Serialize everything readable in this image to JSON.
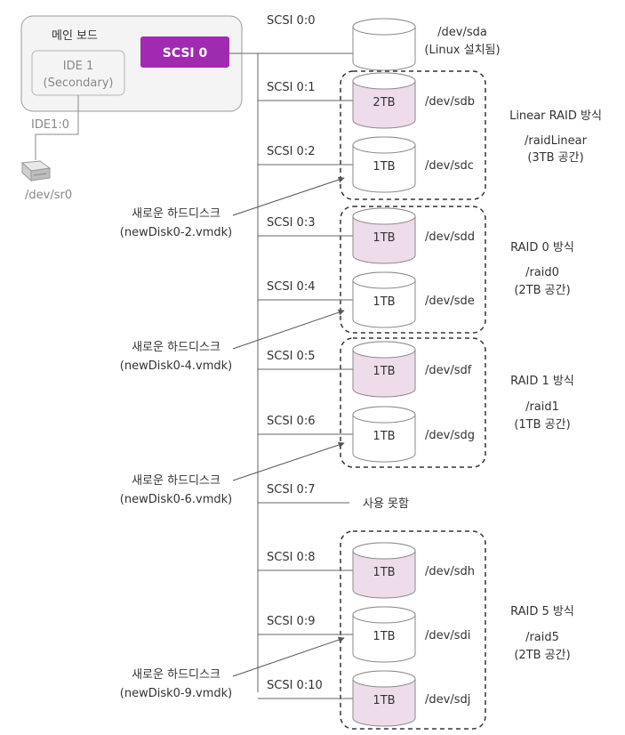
{
  "board": {
    "title": "메인 보드",
    "ide_controller": "IDE 1",
    "ide_secondary": "(Secondary)",
    "scsi_controller": "SCSI 0",
    "ide_port": "IDE1:0",
    "cdrom_device": "/dev/sr0"
  },
  "slots": [
    {
      "port": "SCSI 0:0",
      "device": "/dev/sda",
      "size": "",
      "note": "(Linux 설치됨)"
    },
    {
      "port": "SCSI 0:1",
      "device": "/dev/sdb",
      "size": "2TB",
      "note": ""
    },
    {
      "port": "SCSI 0:2",
      "device": "/dev/sdc",
      "size": "1TB",
      "note": ""
    },
    {
      "port": "SCSI 0:3",
      "device": "/dev/sdd",
      "size": "1TB",
      "note": ""
    },
    {
      "port": "SCSI 0:4",
      "device": "/dev/sde",
      "size": "1TB",
      "note": ""
    },
    {
      "port": "SCSI 0:5",
      "device": "/dev/sdf",
      "size": "1TB",
      "note": ""
    },
    {
      "port": "SCSI 0:6",
      "device": "/dev/sdg",
      "size": "1TB",
      "note": ""
    },
    {
      "port": "SCSI 0:7",
      "device": "",
      "size": "",
      "note": "사용 못함"
    },
    {
      "port": "SCSI 0:8",
      "device": "/dev/sdh",
      "size": "1TB",
      "note": ""
    },
    {
      "port": "SCSI 0:9",
      "device": "/dev/sdi",
      "size": "1TB",
      "note": ""
    },
    {
      "port": "SCSI 0:10",
      "device": "/dev/sdj",
      "size": "1TB",
      "note": ""
    }
  ],
  "groups": [
    {
      "title": "Linear RAID 방식",
      "mount": "/raidLinear",
      "capacity": "(3TB 공간)"
    },
    {
      "title": "RAID 0 방식",
      "mount": "/raid0",
      "capacity": "(2TB 공간)"
    },
    {
      "title": "RAID 1 방식",
      "mount": "/raid1",
      "capacity": "(1TB 공간)"
    },
    {
      "title": "RAID 5 방식",
      "mount": "/raid5",
      "capacity": "(2TB 공간)"
    }
  ],
  "new_disks": [
    {
      "label": "새로운 하드디스크",
      "file": "(newDisk0-2.vmdk)"
    },
    {
      "label": "새로운 하드디스크",
      "file": "(newDisk0-4.vmdk)"
    },
    {
      "label": "새로운 하드디스크",
      "file": "(newDisk0-6.vmdk)"
    },
    {
      "label": "새로운 하드디스크",
      "file": "(newDisk0-9.vmdk)"
    }
  ],
  "colors": {
    "accent": "#a02ab0",
    "disk_fill_pink": "#eedcea",
    "disk_stroke": "#8a8a8a",
    "line": "#666666"
  },
  "icons": {
    "cdrom": "cdrom-drive-icon",
    "disk": "disk-cylinder-icon"
  }
}
